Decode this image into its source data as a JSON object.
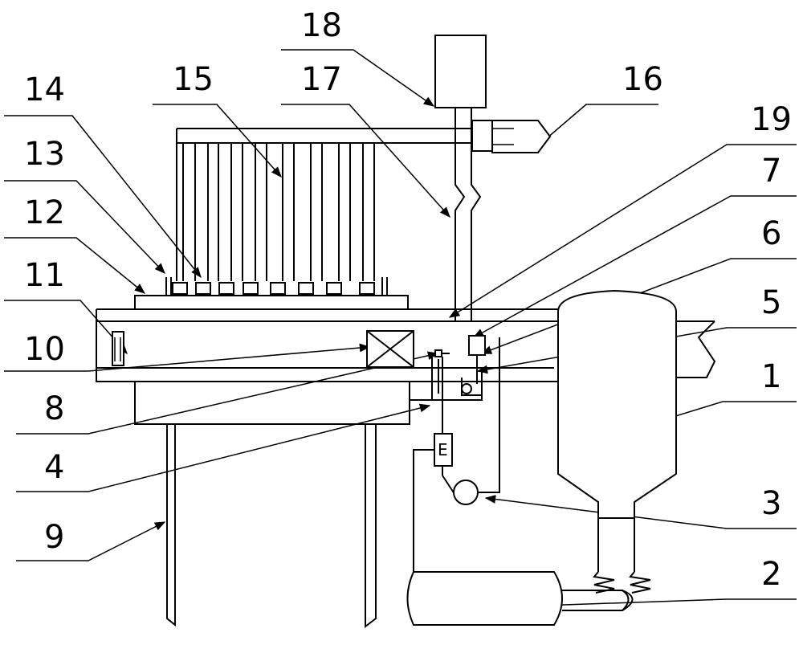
{
  "title": "Apparatus schematic with numbered components",
  "labels": [
    "1",
    "2",
    "3",
    "4",
    "5",
    "6",
    "7",
    "8",
    "9",
    "10",
    "11",
    "12",
    "13",
    "14",
    "15",
    "16",
    "17",
    "18",
    "19"
  ],
  "meter_symbol": "E"
}
